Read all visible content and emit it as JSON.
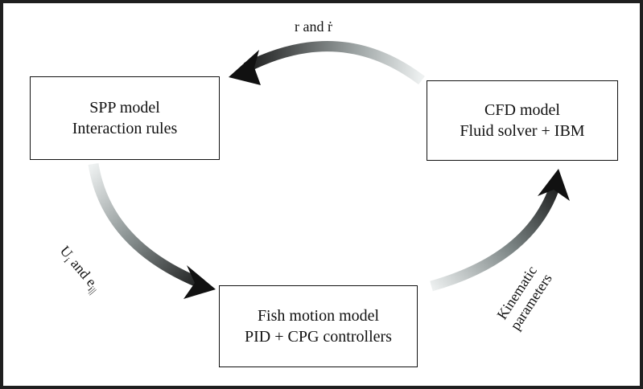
{
  "nodes": {
    "spp": {
      "line1": "SPP model",
      "line2": "Interaction rules"
    },
    "cfd": {
      "line1": "CFD model",
      "line2": "Fluid solver + IBM"
    },
    "fish": {
      "line1": "Fish motion model",
      "line2": "PID + CPG controllers"
    }
  },
  "edges": {
    "cfd_to_spp": {
      "label_r": "r",
      "label_and": " and ",
      "label_rdot": "ṙ"
    },
    "spp_to_fish": {
      "label_u": "U",
      "label_u_sub": "i",
      "label_and": " and e",
      "label_e_sub": "i||"
    },
    "fish_to_cfd": {
      "line1": "Kinematic",
      "line2": "parameters"
    }
  },
  "colors": {
    "arrow_dark": "#111111",
    "arrow_light": "#e8ecec",
    "box_border": "#111111",
    "background": "#ffffff"
  }
}
